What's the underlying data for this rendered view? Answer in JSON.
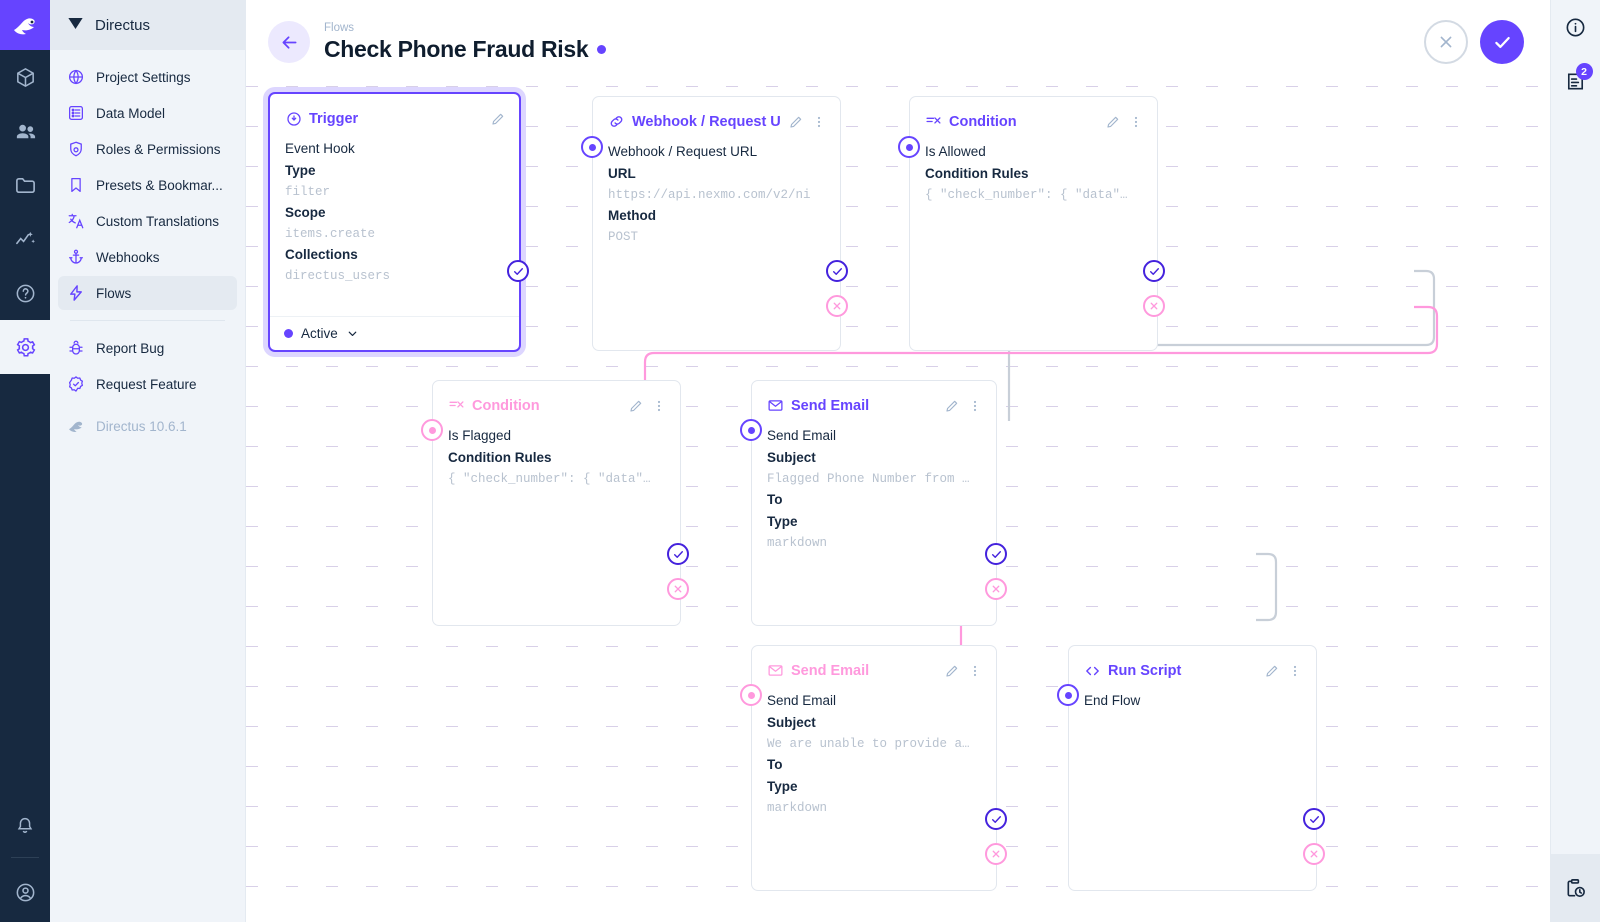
{
  "app": {
    "name": "Directus",
    "version_label": "Directus 10.6.1"
  },
  "sidebar": {
    "header_label": "Directus",
    "items": [
      {
        "label": "Project Settings",
        "icon": "globe-icon",
        "active": false
      },
      {
        "label": "Data Model",
        "icon": "list-box-icon",
        "active": false
      },
      {
        "label": "Roles & Permissions",
        "icon": "shield-account-icon",
        "active": false
      },
      {
        "label": "Presets & Bookmar...",
        "icon": "bookmark-icon",
        "active": false
      },
      {
        "label": "Custom Translations",
        "icon": "translate-icon",
        "active": false
      },
      {
        "label": "Webhooks",
        "icon": "anchor-icon",
        "active": false
      },
      {
        "label": "Flows",
        "icon": "bolt-icon",
        "active": true
      }
    ],
    "footer_items": [
      {
        "label": "Report Bug",
        "icon": "bug-icon"
      },
      {
        "label": "Request Feature",
        "icon": "check-decagram-icon"
      }
    ]
  },
  "rail": {
    "items": [
      {
        "name": "content-icon",
        "active": false
      },
      {
        "name": "users-icon",
        "active": false
      },
      {
        "name": "files-icon",
        "active": false
      },
      {
        "name": "insights-icon",
        "active": false
      },
      {
        "name": "help-icon",
        "active": false
      },
      {
        "name": "settings-icon",
        "active": true
      }
    ],
    "bottom_items": [
      {
        "name": "notifications-bell-icon"
      },
      {
        "name": "user-account-icon"
      }
    ]
  },
  "header": {
    "breadcrumb": "Flows",
    "title": "Check Phone Fraud Risk",
    "status_dot_color": "#6644ff",
    "back_label": "back-arrow",
    "discard_label": "close",
    "save_label": "save"
  },
  "rightbar": {
    "items": [
      {
        "name": "info-icon",
        "badge": ""
      },
      {
        "name": "logs-icon",
        "badge": "2"
      }
    ],
    "bottom": [
      {
        "name": "activity-clipboard-icon"
      }
    ]
  },
  "accent": {
    "primary": "#6644ff",
    "resolve": "#4422dd",
    "reject": "#ff99dd",
    "muted": "#a2b5cd"
  },
  "flow": {
    "nodes": [
      {
        "id": "trigger",
        "title": "Trigger",
        "icon": "trigger-flash-icon",
        "color": "purple",
        "selected": true,
        "operation_name": "Event Hook",
        "fields": [
          {
            "label": "Type",
            "value": "filter"
          },
          {
            "label": "Scope",
            "value": "items.create"
          },
          {
            "label": "Collections",
            "value": "directus_users"
          }
        ],
        "footer_status": "Active",
        "has_menu": false,
        "has_target_port": false
      },
      {
        "id": "webhook",
        "title": "Webhook / Request U",
        "icon": "link-icon",
        "color": "purple",
        "selected": false,
        "operation_name": "Webhook / Request URL",
        "fields": [
          {
            "label": "URL",
            "value": "https://api.nexmo.com/v2/ni"
          },
          {
            "label": "Method",
            "value": "POST"
          }
        ],
        "has_menu": true,
        "has_target_port": true
      },
      {
        "id": "condition-allowed",
        "title": "Condition",
        "icon": "condition-icon",
        "color": "purple",
        "selected": false,
        "operation_name": "Is Allowed",
        "fields": [
          {
            "label": "Condition Rules",
            "value": "{ \"check_number\": { \"data\"…"
          }
        ],
        "has_menu": true,
        "has_target_port": true
      },
      {
        "id": "condition-flagged",
        "title": "Condition",
        "icon": "condition-icon",
        "color": "pink",
        "selected": false,
        "operation_name": "Is Flagged",
        "fields": [
          {
            "label": "Condition Rules",
            "value": "{ \"check_number\": { \"data\"…"
          }
        ],
        "has_menu": true,
        "has_target_port": true
      },
      {
        "id": "send-email-flagged",
        "title": "Send Email",
        "icon": "email-icon",
        "color": "purple",
        "selected": false,
        "operation_name": "Send Email",
        "fields": [
          {
            "label": "Subject",
            "value": "Flagged Phone Number from …"
          },
          {
            "label": "To",
            "value": ""
          },
          {
            "label": "Type",
            "value": "markdown"
          }
        ],
        "has_menu": true,
        "has_target_port": true
      },
      {
        "id": "send-email-unable",
        "title": "Send Email",
        "icon": "email-icon",
        "color": "pink",
        "selected": false,
        "operation_name": "Send Email",
        "fields": [
          {
            "label": "Subject",
            "value": "We are unable to provide a…"
          },
          {
            "label": "To",
            "value": ""
          },
          {
            "label": "Type",
            "value": "markdown"
          }
        ],
        "has_menu": true,
        "has_target_port": true
      },
      {
        "id": "run-script",
        "title": "Run Script",
        "icon": "code-icon",
        "color": "purple",
        "selected": false,
        "operation_name": "End Flow",
        "fields": [],
        "has_menu": true,
        "has_target_port": true
      }
    ]
  }
}
